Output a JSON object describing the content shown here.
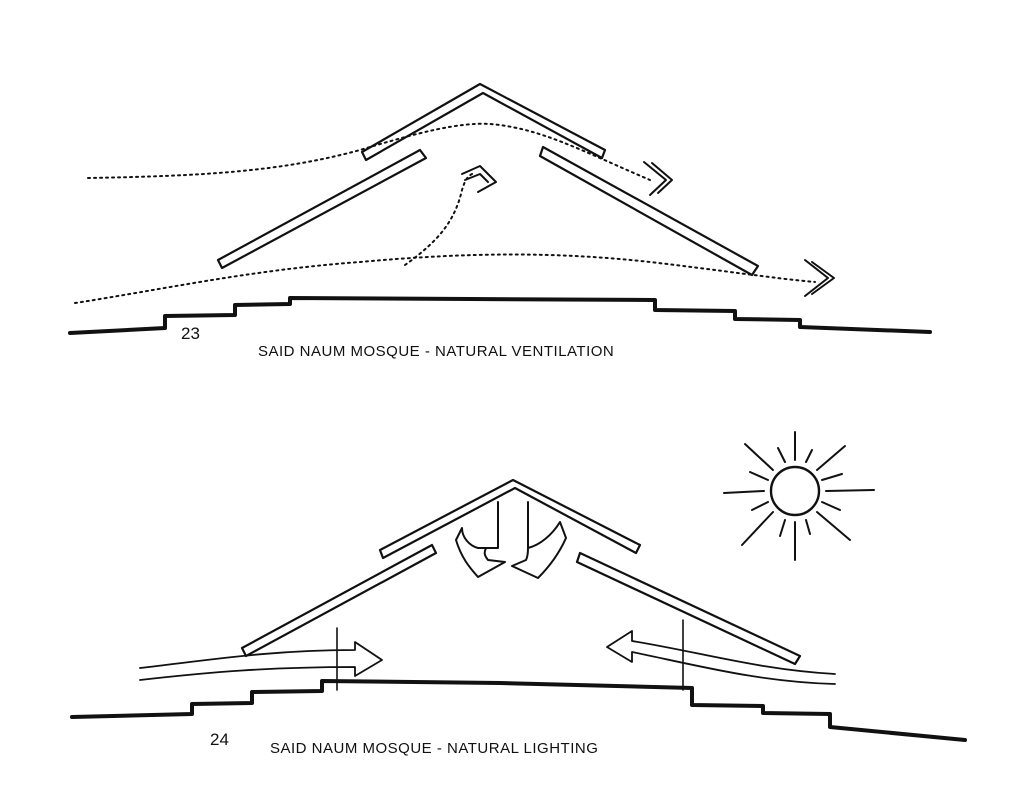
{
  "figures": [
    {
      "number": "23",
      "caption": "SAID NAUM MOSQUE  -  NATURAL VENTILATION"
    },
    {
      "number": "24",
      "caption": "SAID NAUM MOSQUE  -  NATURAL LIGHTING"
    }
  ],
  "colors": {
    "ink": "#111111",
    "paper": "#ffffff"
  }
}
